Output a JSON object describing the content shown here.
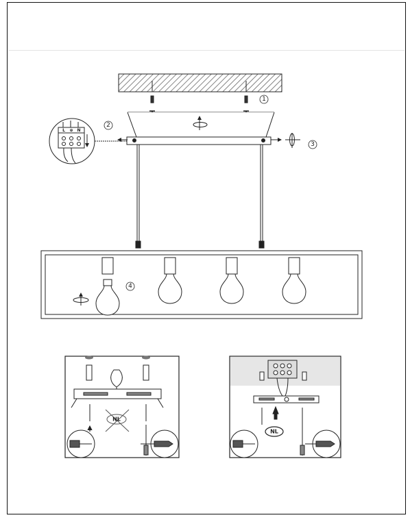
{
  "steps": [
    {
      "id": "step-1",
      "label": "1"
    },
    {
      "id": "step-2",
      "label": "2"
    },
    {
      "id": "step-3",
      "label": "3"
    },
    {
      "id": "step-4",
      "label": "4"
    }
  ],
  "terminal_block": {
    "terminals": [
      "L",
      "⊕",
      "N"
    ]
  },
  "panels": [
    {
      "id": "panel-left",
      "marking": "NL",
      "crossed": true
    },
    {
      "id": "panel-right",
      "marking": "NL",
      "crossed": false
    }
  ],
  "colors": {
    "line": "#222222",
    "hatch": "#555555",
    "panel_bg_right": "#e9e9e9"
  }
}
